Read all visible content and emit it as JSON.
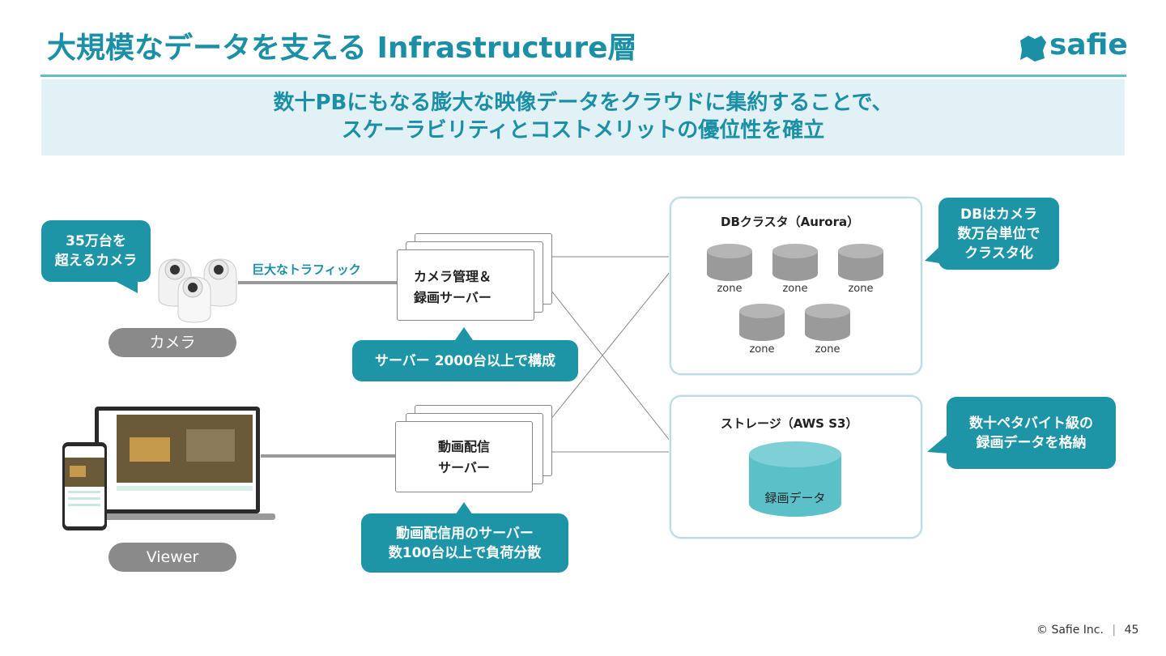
{
  "header": {
    "title": "大規模なデータを支える Infrastructure層",
    "logo_text": "safie"
  },
  "banner": {
    "line1": "数十PBにもなる膨大な映像データをクラウドに集約することで、",
    "line2": "スケーラビリティとコストメリットの優位性を確立"
  },
  "cameras": {
    "bubble_line1": "35万台を",
    "bubble_line2": "超えるカメラ",
    "label": "カメラ",
    "traffic_label": "巨大なトラフィック"
  },
  "viewer": {
    "label": "Viewer"
  },
  "recording_server": {
    "line1": "カメラ管理＆",
    "line2": "録画サーバー",
    "note": "サーバー 2000台以上で構成"
  },
  "delivery_server": {
    "line1": "動画配信",
    "line2": "サーバー",
    "note_line1": "動画配信用のサーバー",
    "note_line2": "数100台以上で負荷分散"
  },
  "db_cluster": {
    "title": "DBクラスタ（Aurora）",
    "zones": [
      "zone",
      "zone",
      "zone",
      "zone",
      "zone"
    ],
    "note_line1": "DBはカメラ",
    "note_line2": "数万台単位で",
    "note_line3": "クラスタ化"
  },
  "storage": {
    "title": "ストレージ（AWS S3）",
    "cylinder_label": "録画データ",
    "note_line1": "数十ペタバイト級の",
    "note_line2": "録画データを格納"
  },
  "footer": {
    "copyright": "© Safie Inc.",
    "page_number": "45"
  },
  "colors": {
    "accent": "#1a8fa6",
    "bubble": "#1e95a7",
    "banner_bg": "#e1f1f6",
    "pill": "#8a8a8a",
    "db_cylinder": "#9a9a9a",
    "storage_cylinder": "#5bc0c8"
  }
}
